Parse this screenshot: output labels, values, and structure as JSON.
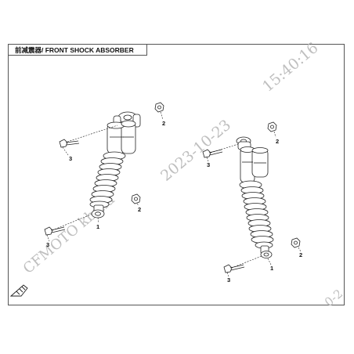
{
  "page": {
    "title": "前减震器/ FRONT SHOCK ABSORBER"
  },
  "watermark": {
    "date": "2023-10-23",
    "time": "15:40:16",
    "brand": "CFMOTO kbzxd",
    "edge": "0-2"
  },
  "callouts": {
    "left_shock": {
      "body": "1",
      "top_nut": "2",
      "top_bolt": "3",
      "bottom_nut": "2",
      "bottom_bolt": "3"
    },
    "right_shock": {
      "body": "1",
      "top_nut": "2",
      "top_bolt": "3",
      "bottom_nut": "2",
      "bottom_bolt": "3"
    }
  },
  "colors": {
    "line": "#222222",
    "frame": "#555555",
    "watermark": "#bfbfbf"
  },
  "icons": {
    "corner_logo": "front-direction-arrow-icon"
  }
}
